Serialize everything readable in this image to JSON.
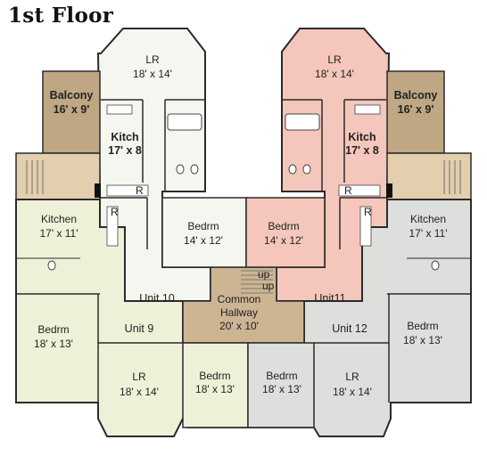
{
  "title": "1st Floor",
  "rooms": {
    "lr_unit10": {
      "name": "LR",
      "size": "18' x 14'"
    },
    "lr_unit11": {
      "name": "LR",
      "size": "18' x 14'"
    },
    "balcony_left": {
      "name": "Balcony",
      "size": "16' x 9'"
    },
    "balcony_right": {
      "name": "Balcony",
      "size": "16' x 9'"
    },
    "kitch_unit10": {
      "name": "Kitch",
      "size": "17' x 8"
    },
    "kitch_unit11": {
      "name": "Kitch",
      "size": "17' x 8"
    },
    "kitchen_unit9": {
      "name": "Kitchen",
      "size": "17' x 11'"
    },
    "kitchen_unit12": {
      "name": "Kitchen",
      "size": "17' x 11'"
    },
    "bedrm_unit10": {
      "name": "Bedrm",
      "size": "14' x 12'"
    },
    "bedrm_unit11": {
      "name": "Bedrm",
      "size": "14' x 12'"
    },
    "bedrm_unit9_a": {
      "name": "Bedrm",
      "size": "18' x 13'"
    },
    "bedrm_unit9_b": {
      "name": "Bedrm",
      "size": "18' x 13'"
    },
    "bedrm_unit12_a": {
      "name": "Bedrm",
      "size": "18' x 13'"
    },
    "bedrm_unit12_b": {
      "name": "Bedrm",
      "size": "18' x 13'"
    },
    "lr_unit9": {
      "name": "LR",
      "size": "18' x 14'"
    },
    "lr_unit12": {
      "name": "LR",
      "size": "18' x 14'"
    },
    "hallway": {
      "name1": "Common",
      "name2": "Hallway",
      "size": "20' x 10'"
    }
  },
  "units": {
    "u9": "Unit 9",
    "u10": "Unit 10",
    "u11": "Unit11",
    "u12": "Unit 12"
  },
  "stairs": {
    "up1": "up",
    "up2": "up"
  },
  "appliance": {
    "range": "R"
  },
  "colors": {
    "unit10": "#f3f7ef",
    "unit11": "#f5c6bb",
    "unit9": "#eef1d8",
    "unit12": "#dcdfdb",
    "hallway": "#cdb493",
    "balcony": "#bfa784",
    "stairwell": "#e3cfae",
    "wall": "#2b2b2b"
  }
}
